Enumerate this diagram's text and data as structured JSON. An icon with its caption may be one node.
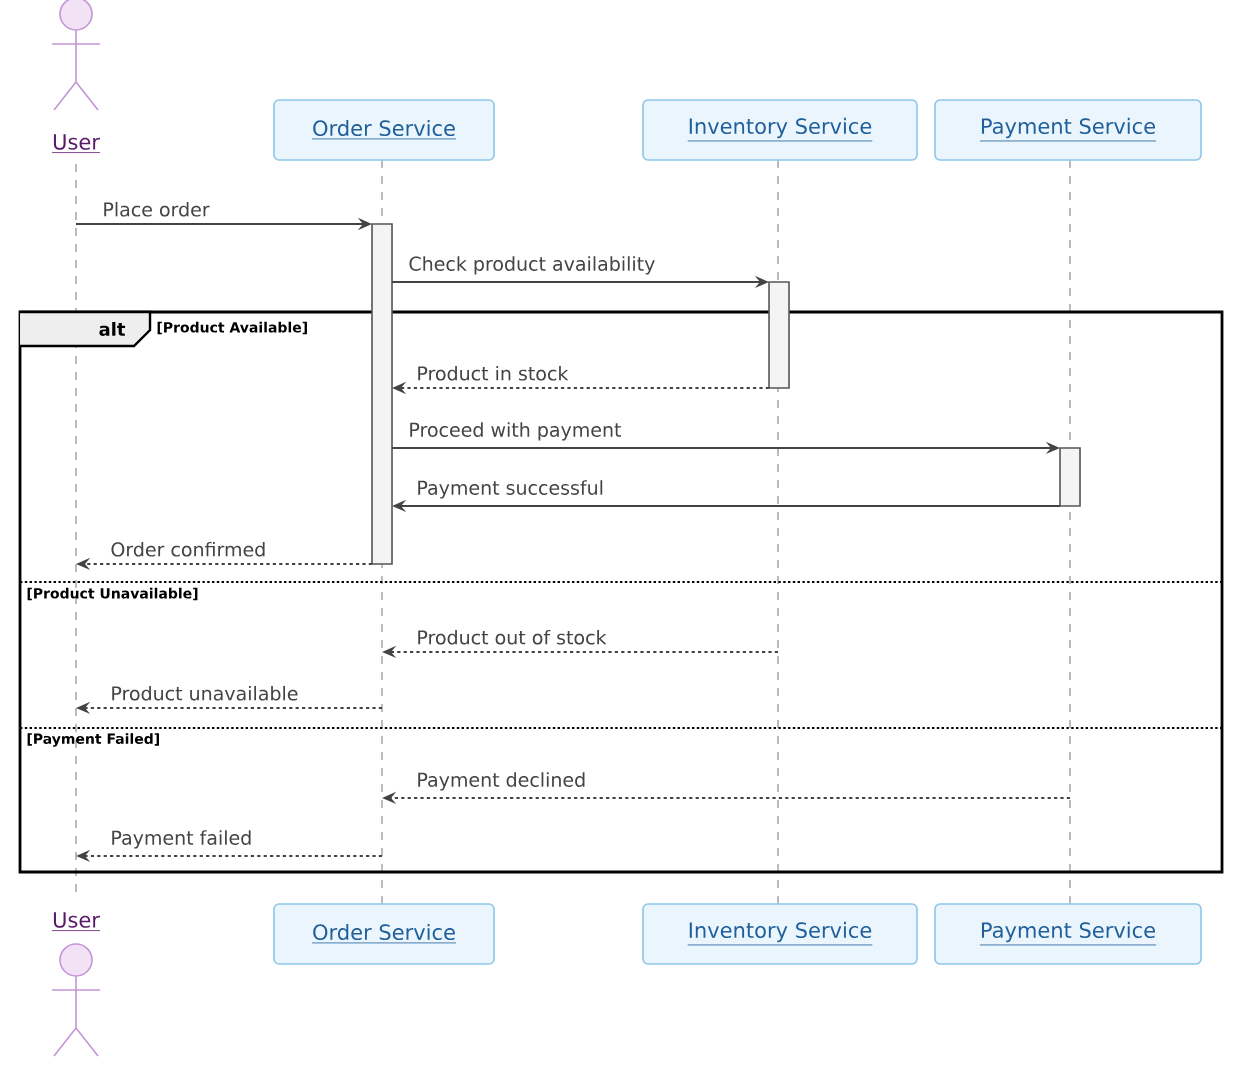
{
  "diagram": {
    "nodes": [
      {
        "text": [
          "User"
        ]
      },
      {
        "text": [
          "Order Service"
        ]
      },
      {
        "text": [
          "Inventory Service"
        ]
      },
      {
        "text": [
          "Payment Service"
        ]
      },
      {
        "text": [
          "User"
        ]
      },
      {
        "text": [
          "Order Service"
        ]
      },
      {
        "text": [
          "Inventory Service"
        ]
      },
      {
        "text": [
          "Payment Service"
        ]
      },
      {
        "text": [],
        "shape": "line"
      },
      {
        "text": [],
        "shape": "line"
      },
      {
        "text": [],
        "shape": "line"
      },
      {
        "text": [],
        "shape": "line"
      },
      {
        "text": [],
        "shape": "bar"
      },
      {
        "text": [],
        "shape": "bar"
      },
      {
        "text": [],
        "shape": "bar"
      }
    ],
    "edges": [
      {
        "from": 8,
        "to": 12,
        "arrow": "to",
        "label": "Place order"
      },
      {
        "from": 12,
        "to": 13,
        "arrow": "to",
        "label": "Check product availability"
      },
      {
        "from": 13,
        "to": 12,
        "arrow": "to",
        "label": "Product in stock",
        "style": "dashed"
      },
      {
        "from": 12,
        "to": 14,
        "arrow": "to",
        "label": "Proceed with payment"
      },
      {
        "from": 14,
        "to": 12,
        "arrow": "to",
        "label": "Payment successful"
      },
      {
        "from": 12,
        "to": 8,
        "arrow": "to",
        "label": "Order confirmed",
        "style": "dashed"
      },
      {
        "from": 10,
        "to": 9,
        "arrow": "to",
        "label": "Product out of stock",
        "style": "dashed"
      },
      {
        "from": 9,
        "to": 8,
        "arrow": "to",
        "label": "Product unavailable",
        "style": "dashed"
      },
      {
        "from": 11,
        "to": 9,
        "arrow": "to",
        "label": "Payment declined",
        "style": "dashed"
      },
      {
        "from": 9,
        "to": 8,
        "arrow": "to",
        "label": "Payment failed",
        "style": "dashed"
      }
    ],
    "labels": [
      "alt",
      "[Product Available]",
      "[Product Unavailable]",
      "[Payment Failed]"
    ]
  }
}
